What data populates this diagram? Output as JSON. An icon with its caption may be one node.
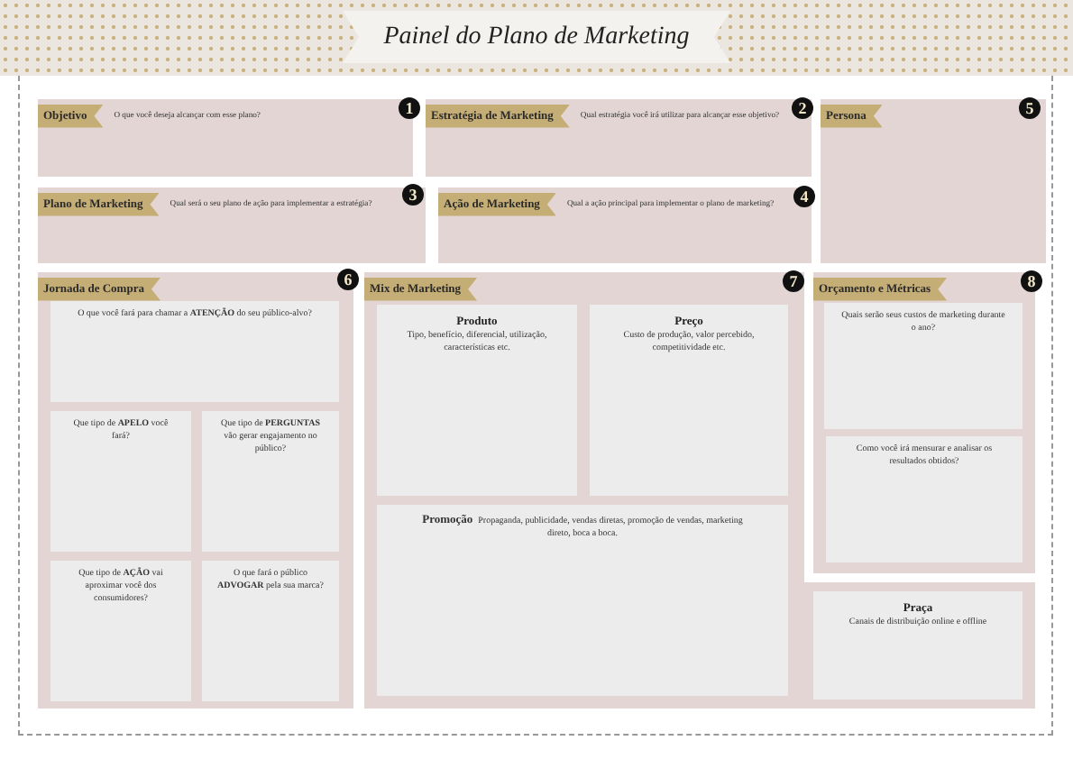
{
  "diagram": {
    "title": "Painel do Plano de Marketing",
    "nodes": [
      {
        "text": [
          "Objetivo",
          "O que você deseja alcançar com esse plano?"
        ]
      },
      {
        "text": [
          "Estratégia de Marketing",
          "Qual estratégia você irá utilizar para alcançar esse objetivo?"
        ]
      },
      {
        "text": [
          "Persona"
        ]
      },
      {
        "text": [
          "Plano de Marketing",
          "Qual será o seu plano de ação para implementar a estratégia?"
        ]
      },
      {
        "text": [
          "Ação de Marketing",
          "Qual a ação principal para implementar o plano de marketing?"
        ]
      },
      {
        "text": [
          "Jornada de Compra"
        ]
      },
      {
        "text": [
          "O que você fará para chamar a **ATENÇÃO** do seu público-alvo?"
        ],
        "in": 5
      },
      {
        "text": [
          "Que tipo de **APELO** você fará?"
        ],
        "in": 5
      },
      {
        "text": [
          "Que tipo de **PERGUNTAS** vão gerar engajamento no público?"
        ],
        "in": 5
      },
      {
        "text": [
          "Que tipo de **AÇÃO** vai aproximar você dos consumidores?"
        ],
        "in": 5
      },
      {
        "text": [
          "O que fará o público **ADVOGAR** pela sua marca?"
        ],
        "in": 5
      },
      {
        "text": [
          "Mix de Marketing"
        ]
      },
      {
        "text": [
          "Produto",
          "Tipo, benefício, diferencial, utilização, características etc."
        ],
        "in": 11
      },
      {
        "text": [
          "Preço",
          "Custo de produção, valor percebido, competitividade etc."
        ],
        "in": 11
      },
      {
        "text": [
          "Promoção",
          "Propaganda, publicidade, vendas diretas, promoção de vendas, marketing direto, boca a boca."
        ],
        "in": 11
      },
      {
        "text": [
          "Orçamento e Métricas"
        ]
      },
      {
        "text": [
          "Quais serão seus custos de marketing durante o ano?"
        ],
        "in": 15
      },
      {
        "text": [
          "Como você irá mensurar e analisar os resultados obtidos?"
        ],
        "in": 15
      },
      {
        "text": [
          "Praça",
          "Canais de distribuição online e offline"
        ]
      }
    ],
    "labels": [
      "1",
      "2",
      "5",
      "3",
      "4",
      "6",
      "7",
      "8"
    ]
  }
}
